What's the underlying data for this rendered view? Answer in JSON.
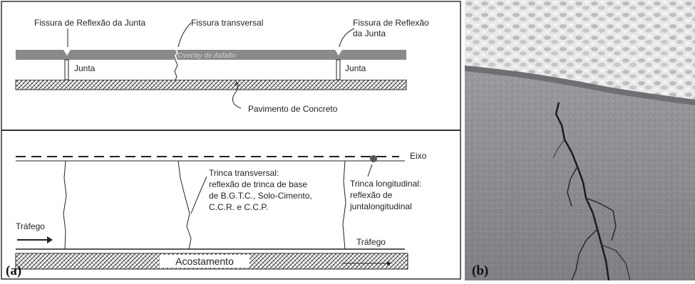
{
  "panel_a": {
    "letter": "(a)",
    "top": {
      "crack_joint_left": "Fissura de Reflexão da Junta",
      "crack_transverse": "Fissura transversal",
      "crack_joint_right_line1": "Fissura de Reflexão",
      "crack_joint_right_line2": "da Junta",
      "overlay_label": "Overlay de Asfalto",
      "joint_left": "Junta",
      "joint_right": "Junta",
      "concrete_label": "Pavimento de Concreto"
    },
    "bottom": {
      "axis_label": "Eixo",
      "transverse_line1": "Trinca transversal:",
      "transverse_line2": "reflexão de trinca de base",
      "transverse_line3": "de B.G.T.C., Solo-Cimento,",
      "transverse_line4": "C.C.R. e C.C.P.",
      "longitudinal_line1": "Trinca longitudinal:",
      "longitudinal_line2": "reflexão de",
      "longitudinal_line3": "juntalongitudinal",
      "traffic_left": "Tráfego",
      "traffic_right": "Tráfego",
      "shoulder_label": "Acostamento"
    }
  },
  "panel_b": {
    "letter": "(b)"
  },
  "colors": {
    "overlay": "#8a8a8a",
    "ink": "#222222",
    "asphalt": "#8f9094",
    "snow": "#e6e6e6"
  }
}
